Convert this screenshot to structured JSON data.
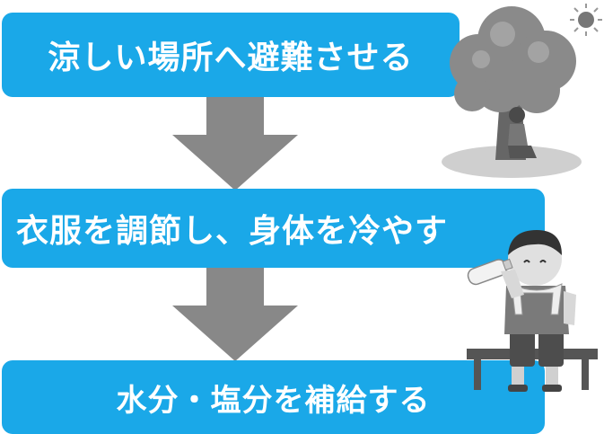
{
  "steps": [
    {
      "label": "涼しい場所へ避難させる"
    },
    {
      "label": "衣服を調節し、身体を冷やす"
    },
    {
      "label": "水分・塩分を補給する"
    }
  ],
  "colors": {
    "step_box": "#1aa8e8",
    "step_text": "#ffffff",
    "arrow": "#888888"
  },
  "icons": {
    "sun": "sun-icon",
    "tree": "tree-shade-icon",
    "drinker": "person-drinking-icon"
  }
}
